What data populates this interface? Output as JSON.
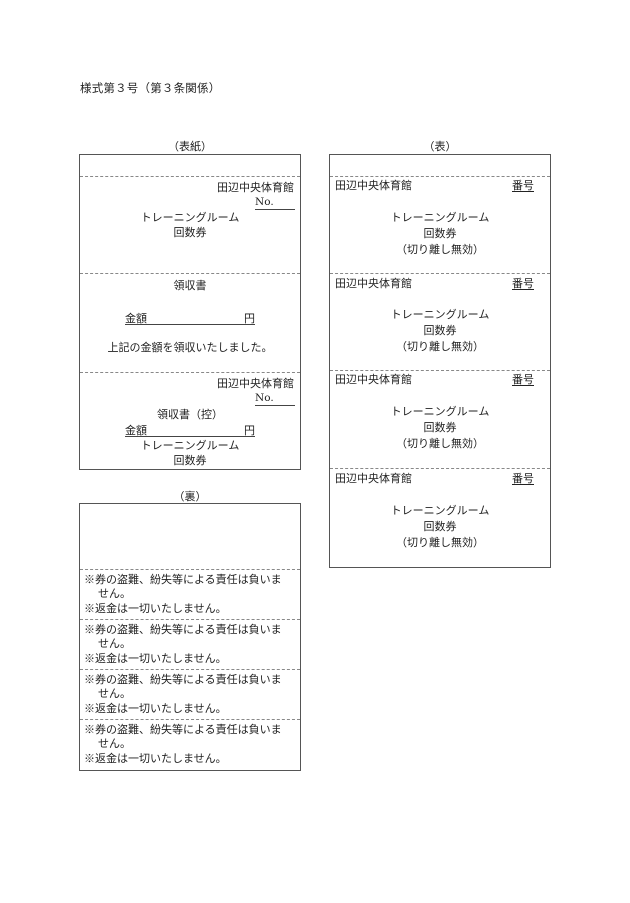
{
  "header": {
    "form_title": "様式第３号（第３条関係）"
  },
  "cover": {
    "caption": "（表紙）",
    "top_section": {
      "facility": "田辺中央体育館",
      "no_label": "No.",
      "room": "トレーニングルーム",
      "ticket": "回数券"
    },
    "receipt_section": {
      "title": "領収書",
      "amount_label": "金額",
      "yen": "円",
      "message": "上記の金額を領収いたしました。"
    },
    "stub_section": {
      "facility": "田辺中央体育館",
      "no_label": "No.",
      "title": "領収書（控）",
      "amount_label": "金額",
      "yen": "円",
      "room": "トレーニングルーム",
      "ticket": "回数券"
    }
  },
  "back": {
    "caption": "（裏）",
    "notices": [
      {
        "line1": "※券の盗難、紛失等による責任は負いま",
        "line2": "せん。",
        "line3": "※返金は一切いたしません。"
      },
      {
        "line1": "※券の盗難、紛失等による責任は負いま",
        "line2": "せん。",
        "line3": "※返金は一切いたしません。"
      },
      {
        "line1": "※券の盗難、紛失等による責任は負いま",
        "line2": "せん。",
        "line3": "※返金は一切いたしません。"
      },
      {
        "line1": "※券の盗難、紛失等による責任は負いま",
        "line2": "せん。",
        "line3": "※返金は一切いたしません。"
      }
    ]
  },
  "front": {
    "caption": "（表）",
    "tickets": [
      {
        "facility": "田辺中央体育館",
        "number_label": "番号",
        "room": "トレーニングルーム",
        "ticket": "回数券",
        "note": "（切り離し無効）"
      },
      {
        "facility": "田辺中央体育館",
        "number_label": "番号",
        "room": "トレーニングルーム",
        "ticket": "回数券",
        "note": "（切り離し無効）"
      },
      {
        "facility": "田辺中央体育館",
        "number_label": "番号",
        "room": "トレーニングルーム",
        "ticket": "回数券",
        "note": "（切り離し無効）"
      },
      {
        "facility": "田辺中央体育館",
        "number_label": "番号",
        "room": "トレーニングルーム",
        "ticket": "回数券",
        "note": "（切り離し無効）"
      }
    ]
  }
}
